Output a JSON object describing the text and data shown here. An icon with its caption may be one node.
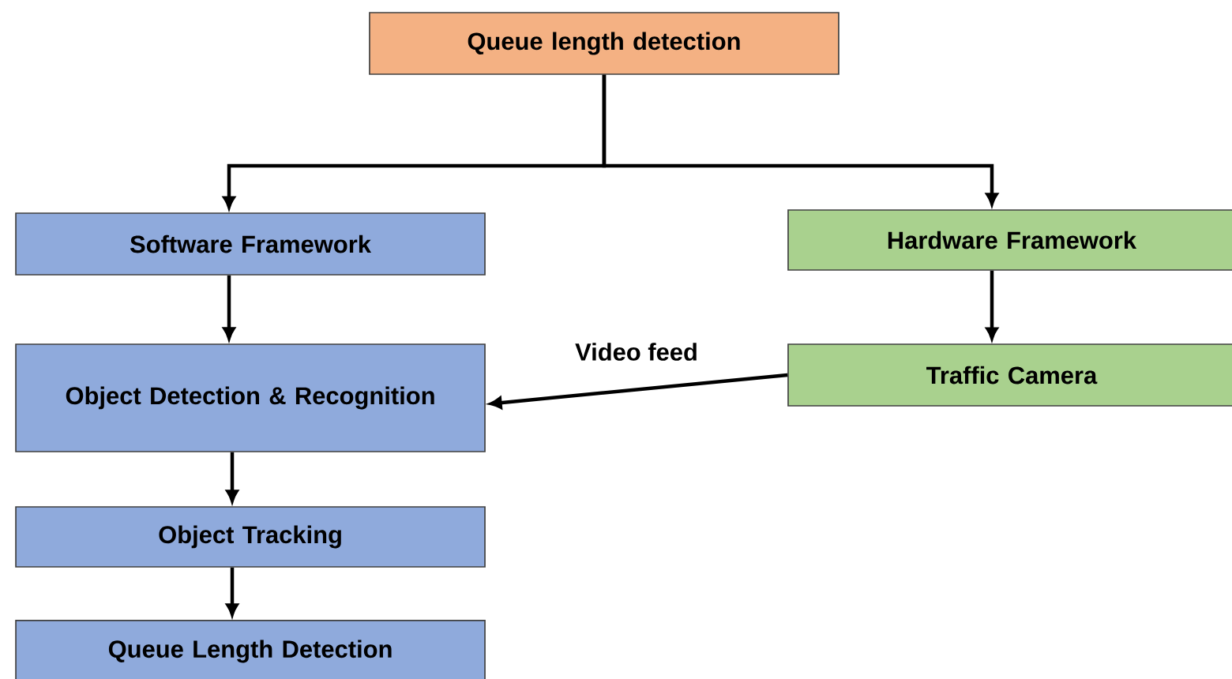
{
  "diagram": {
    "nodes": [
      {
        "text": [
          "Queue length detection"
        ]
      },
      {
        "text": [
          "Software Framework"
        ]
      },
      {
        "text": [
          "Hardware Framework"
        ]
      },
      {
        "text": [
          "Object Detection & Recognition"
        ]
      },
      {
        "text": [
          "Traffic Camera"
        ]
      },
      {
        "text": [
          "Object Tracking"
        ]
      },
      {
        "text": [
          "Queue Length Detection"
        ]
      }
    ],
    "edges": [
      {
        "from": 0,
        "to": 1,
        "arrow": "to"
      },
      {
        "from": 0,
        "to": 2,
        "arrow": "to"
      },
      {
        "from": 1,
        "to": 3,
        "arrow": "to"
      },
      {
        "from": 2,
        "to": 4,
        "arrow": "to"
      },
      {
        "from": 4,
        "to": 3,
        "arrow": "to",
        "label": "Video feed"
      },
      {
        "from": 3,
        "to": 5,
        "arrow": "to"
      },
      {
        "from": 5,
        "to": 6,
        "arrow": "to"
      }
    ]
  }
}
